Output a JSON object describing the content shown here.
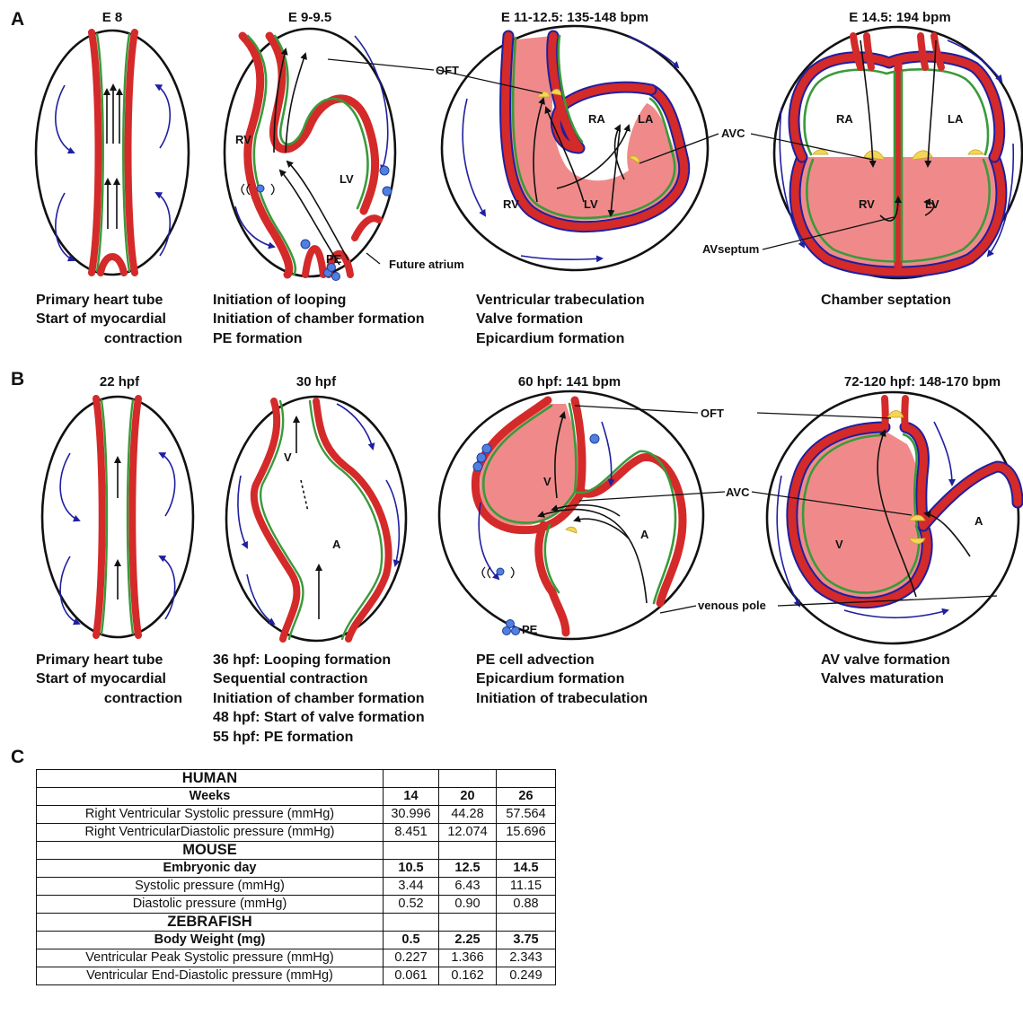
{
  "panels": {
    "a": "A",
    "b": "B",
    "c": "C"
  },
  "panel_a": {
    "stages": [
      "E 8",
      "E 9-9.5",
      "E 11-12.5: 135-148 bpm",
      "E 14.5: 194 bpm"
    ],
    "captions": [
      [
        "Primary heart tube",
        "Start of myocardial",
        "contraction"
      ],
      [
        "Initiation of looping",
        "Initiation of chamber formation",
        "PE formation"
      ],
      [
        "Ventricular trabeculation",
        "Valve formation",
        "Epicardium formation"
      ],
      [
        "Chamber septation"
      ]
    ],
    "labels": {
      "oft": "OFT",
      "rv": "RV",
      "lv": "LV",
      "pe": "PE",
      "future_atrium": "Future atrium",
      "ra": "RA",
      "la": "LA",
      "avc": "AVC",
      "avseptum": "AVseptum"
    }
  },
  "panel_b": {
    "stages": [
      "22 hpf",
      "30 hpf",
      "60 hpf: 141 bpm",
      "72-120 hpf: 148-170 bpm"
    ],
    "captions": [
      [
        "Primary heart tube",
        "Start of myocardial",
        "contraction"
      ],
      [
        "36 hpf: Looping formation",
        "Sequential contraction",
        "Initiation of chamber formation",
        "48 hpf: Start of valve formation",
        "55 hpf: PE formation"
      ],
      [
        "PE cell advection",
        "Epicardium formation",
        "Initiation of trabeculation"
      ],
      [
        "AV valve formation",
        "Valves maturation"
      ]
    ],
    "labels": {
      "v": "V",
      "a": "A",
      "oft": "OFT",
      "avc": "AVC",
      "pe": "PE",
      "venous_pole": "venous pole"
    }
  },
  "table": {
    "rows": [
      {
        "kind": "species",
        "cells": [
          "HUMAN",
          "",
          "",
          ""
        ]
      },
      {
        "kind": "header",
        "cells": [
          "Weeks",
          "14",
          "20",
          "26"
        ]
      },
      {
        "kind": "data",
        "cells": [
          "Right Ventricular Systolic pressure (mmHg)",
          "30.996",
          "44.28",
          "57.564"
        ]
      },
      {
        "kind": "data",
        "cells": [
          "Right VentricularDiastolic pressure (mmHg)",
          "8.451",
          "12.074",
          "15.696"
        ]
      },
      {
        "kind": "species",
        "cells": [
          "MOUSE",
          "",
          "",
          ""
        ]
      },
      {
        "kind": "header",
        "cells": [
          "Embryonic day",
          "10.5",
          "12.5",
          "14.5"
        ]
      },
      {
        "kind": "data",
        "cells": [
          "Systolic pressure (mmHg)",
          "3.44",
          "6.43",
          "11.15"
        ]
      },
      {
        "kind": "data",
        "cells": [
          "Diastolic pressure (mmHg)",
          "0.52",
          "0.90",
          "0.88"
        ]
      },
      {
        "kind": "species",
        "cells": [
          "ZEBRAFISH",
          "",
          "",
          ""
        ]
      },
      {
        "kind": "header",
        "cells": [
          "Body Weight (mg)",
          "0.5",
          "2.25",
          "3.75"
        ]
      },
      {
        "kind": "data",
        "cells": [
          "Ventricular Peak Systolic pressure (mmHg)",
          "0.227",
          "1.366",
          "2.343"
        ]
      },
      {
        "kind": "data",
        "cells": [
          "Ventricular End-Diastolic pressure (mmHg)",
          "0.061",
          "0.162",
          "0.249"
        ]
      }
    ]
  },
  "colors": {
    "myocardium": "#d42a2a",
    "endocardium": "#3a9a3a",
    "epicardium": "#1f1fa0",
    "cushion": "#f2d55a",
    "pe_cells": "#4f7fe0"
  }
}
